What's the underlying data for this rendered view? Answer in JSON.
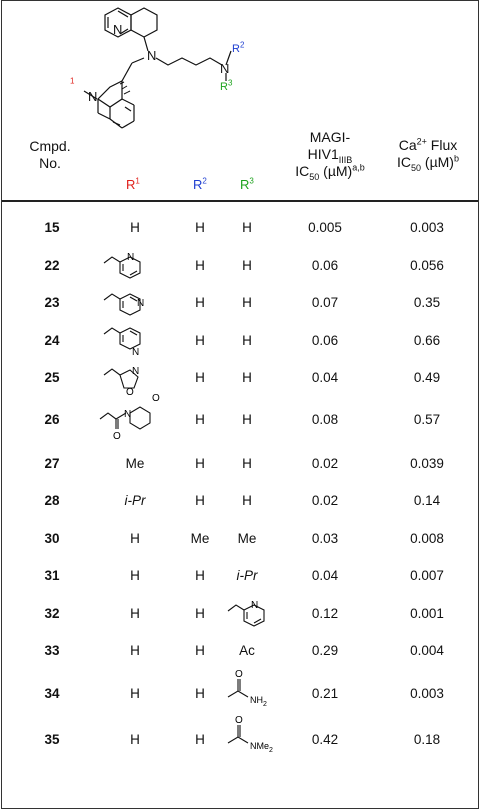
{
  "header": {
    "cmpd_line1": "Cmpd.",
    "cmpd_line2": "No.",
    "r1": "R",
    "r2": "R",
    "r3": "R",
    "magi_line1": "MAGI-",
    "magi_line2": "HIV1",
    "magi_sub": "IIIB",
    "magi_line3_pre": "IC",
    "magi_line3_sub": "50",
    "magi_line3_post": " (µM)",
    "magi_sup": "a,b",
    "ca_line1_pre": "Ca",
    "ca_line1_sup": "2+",
    "ca_line1_post": " Flux",
    "ca_line2_pre": "IC",
    "ca_line2_sub": "50",
    "ca_line2_post": " (µM)",
    "ca_sup": "b",
    "struct_labels": {
      "n_pyr": "N",
      "n_center": "N",
      "n_right": "N",
      "n_left": "N",
      "r1": "R",
      "r2": "R",
      "r3": "R",
      "one": "1",
      "two": "2",
      "three": "3"
    }
  },
  "colors": {
    "r1": "#e0201b",
    "r2": "#1f3fd1",
    "r3": "#1fa31f",
    "border": "#222222"
  },
  "rows": [
    {
      "no": "15",
      "r1": "H",
      "r2": "H",
      "r3": "H",
      "magi": "0.005",
      "ca": "0.003"
    },
    {
      "no": "22",
      "r1": "",
      "r1_icon": "2-pyridylmethyl",
      "r2": "H",
      "r3": "H",
      "magi": "0.06",
      "ca": "0.056"
    },
    {
      "no": "23",
      "r1": "",
      "r1_icon": "3-pyridylmethyl",
      "r2": "H",
      "r3": "H",
      "magi": "0.07",
      "ca": "0.35"
    },
    {
      "no": "24",
      "r1": "",
      "r1_icon": "4-pyridylmethyl",
      "r2": "H",
      "r3": "H",
      "magi": "0.06",
      "ca": "0.66"
    },
    {
      "no": "25",
      "r1": "",
      "r1_icon": "oxazolylmethyl",
      "r2": "H",
      "r3": "H",
      "magi": "0.04",
      "ca": "0.49"
    },
    {
      "no": "26",
      "r1": "",
      "r1_icon": "morpholine-amide",
      "r2": "H",
      "r3": "H",
      "magi": "0.08",
      "ca": "0.57"
    },
    {
      "no": "27",
      "r1": "Me",
      "r2": "H",
      "r3": "H",
      "magi": "0.02",
      "ca": "0.039"
    },
    {
      "no": "28",
      "r1": "i-Pr",
      "r2": "H",
      "r3": "H",
      "magi": "0.02",
      "ca": "0.14"
    },
    {
      "no": "30",
      "r1": "H",
      "r2": "Me",
      "r3": "Me",
      "magi": "0.03",
      "ca": "0.008"
    },
    {
      "no": "31",
      "r1": "H",
      "r2": "H",
      "r3": "i-Pr",
      "magi": "0.04",
      "ca": "0.007"
    },
    {
      "no": "32",
      "r1": "H",
      "r2": "H",
      "r3": "",
      "r3_icon": "2-pyridylmethyl",
      "magi": "0.12",
      "ca": "0.001"
    },
    {
      "no": "33",
      "r1": "H",
      "r2": "H",
      "r3": "Ac",
      "magi": "0.29",
      "ca": "0.004"
    },
    {
      "no": "34",
      "r1": "H",
      "r2": "H",
      "r3": "",
      "r3_icon": "carboxamide",
      "magi": "0.21",
      "ca": "0.003"
    },
    {
      "no": "35",
      "r1": "H",
      "r2": "H",
      "r3": "",
      "r3_icon": "dimethylcarboxamide",
      "magi": "0.42",
      "ca": "0.18"
    }
  ],
  "frag_labels": {
    "n": "N",
    "o": "O",
    "nh2_pre": "NH",
    "nh2_sub": "2",
    "nme2_pre": "NMe",
    "nme2_sub": "2"
  }
}
